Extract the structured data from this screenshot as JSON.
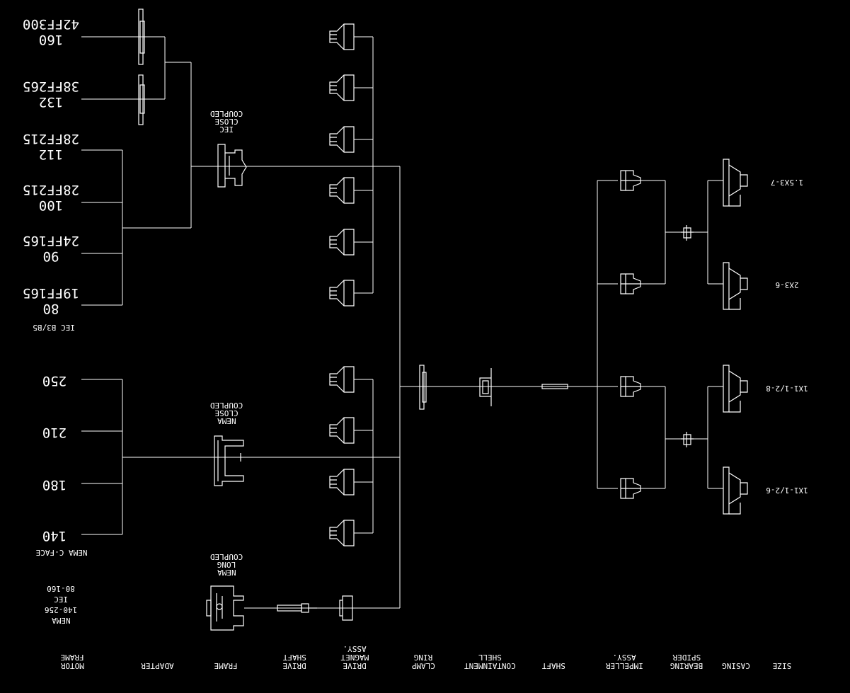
{
  "columns": {
    "motor_frame": [
      "MOTOR",
      "FRAME"
    ],
    "adapter": [
      "ADAPTER"
    ],
    "frame": [
      "FRAME"
    ],
    "drive_shaft": [
      "DRIVE",
      "SHAFT"
    ],
    "drive_magnet": [
      "DRIVE",
      "MAGNET",
      "ASSY."
    ],
    "clamp_ring": [
      "CLAMP",
      "RING"
    ],
    "containment_shell": [
      "CONTAINMENT",
      "SHELL"
    ],
    "shaft": [
      "SHAFT"
    ],
    "impeller": [
      "IMPELLER",
      "ASSY."
    ],
    "bearing_spider": [
      "BEARING",
      "SPIDER"
    ],
    "casing": [
      "CASING"
    ],
    "size": [
      "SIZE"
    ]
  },
  "iec_motors": [
    {
      "frame": "160",
      "code": "42FF300"
    },
    {
      "frame": "132",
      "code": "38FF265"
    },
    {
      "frame": "112",
      "code": "28FF215"
    },
    {
      "frame": "100",
      "code": "28FF215"
    },
    {
      "frame": "90",
      "code": "24FF165"
    },
    {
      "frame": "80",
      "code": "19FF165"
    }
  ],
  "iec_group_label": "IEC B3/B5",
  "nema_motors": [
    "250",
    "210",
    "180",
    "140"
  ],
  "nema_group_label": "NEMA C-FACE",
  "long_coupled_motor_note": [
    "NEMA",
    "140-256",
    "IEC",
    "80-160"
  ],
  "frame_labels": {
    "iec_close": [
      "IEC",
      "CLOSE",
      "COUPLED"
    ],
    "nema_close": [
      "NEMA",
      "CLOSE",
      "COUPLED"
    ],
    "nema_long": [
      "NEMA",
      "LONG",
      "COUPLED"
    ]
  },
  "pump_sizes": [
    "1.5X3-7",
    "2X3-6",
    "1X1-1/2-8",
    "1X1-1/2-6"
  ]
}
